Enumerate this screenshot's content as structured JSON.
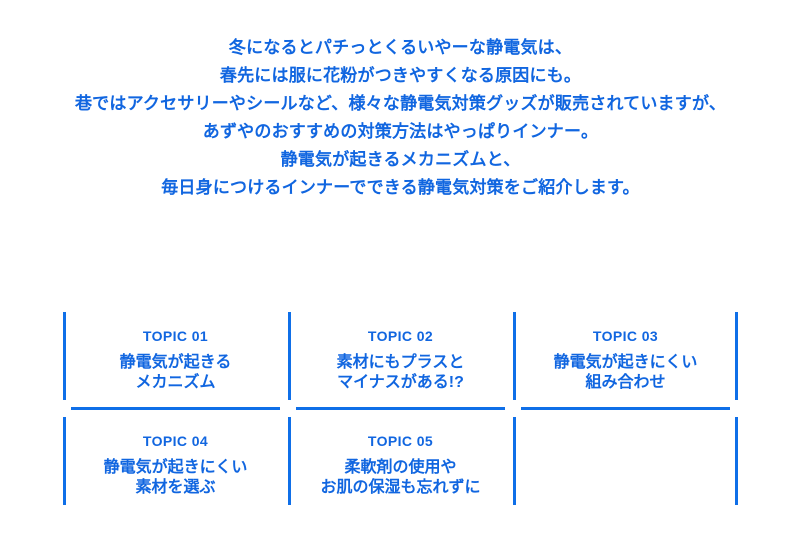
{
  "colors": {
    "accent_text": "#1166e0",
    "accent_line": "#0f6fe8",
    "background": "#ffffff"
  },
  "intro": {
    "lines": [
      "冬になるとパチっとくるいやーな静電気は、",
      "春先には服に花粉がつきやすくなる原因にも。",
      "巷ではアクセサリーやシールなど、様々な静電気対策グッズが販売されていますが、",
      "あずやのおすすめの対策方法はやっぱりインナー。",
      "静電気が起きるメカニズムと、",
      "毎日身につけるインナーでできる静電気対策をご紹介します。"
    ]
  },
  "topics": [
    {
      "label": "TOPIC 01",
      "title_lines": [
        "静電気が起きる",
        "メカニズム"
      ]
    },
    {
      "label": "TOPIC 02",
      "title_lines": [
        "素材にもプラスと",
        "マイナスがある!?"
      ]
    },
    {
      "label": "TOPIC 03",
      "title_lines": [
        "静電気が起きにくい",
        "組み合わせ"
      ]
    },
    {
      "label": "TOPIC 04",
      "title_lines": [
        "静電気が起きにくい",
        "素材を選ぶ"
      ]
    },
    {
      "label": "TOPIC 05",
      "title_lines": [
        "柔軟剤の使用や",
        "お肌の保湿も忘れずに"
      ]
    }
  ]
}
